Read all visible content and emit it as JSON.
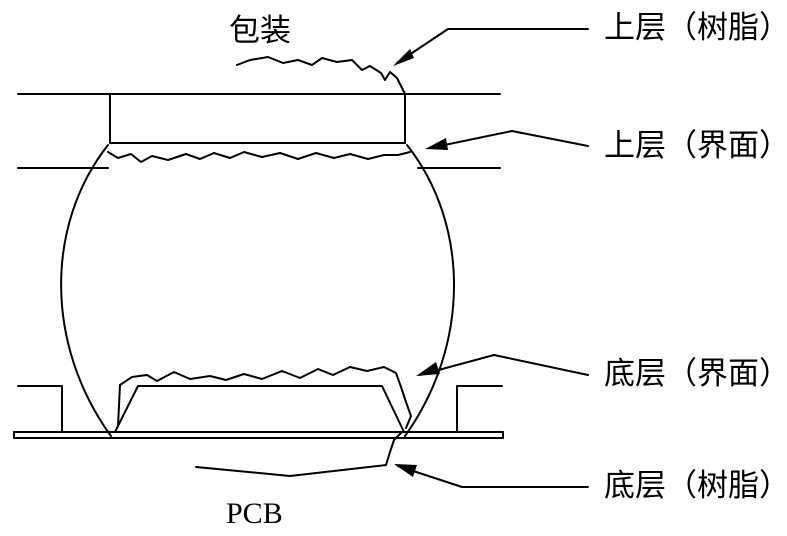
{
  "labels": {
    "package": "包装",
    "pcb": "PCB",
    "top_resin": "上层（树脂）",
    "top_interface": "上层（界面）",
    "bottom_interface": "底层（界面）",
    "bottom_resin": "底层（树脂）"
  },
  "colors": {
    "line": "#000000",
    "background": "#ffffff"
  }
}
